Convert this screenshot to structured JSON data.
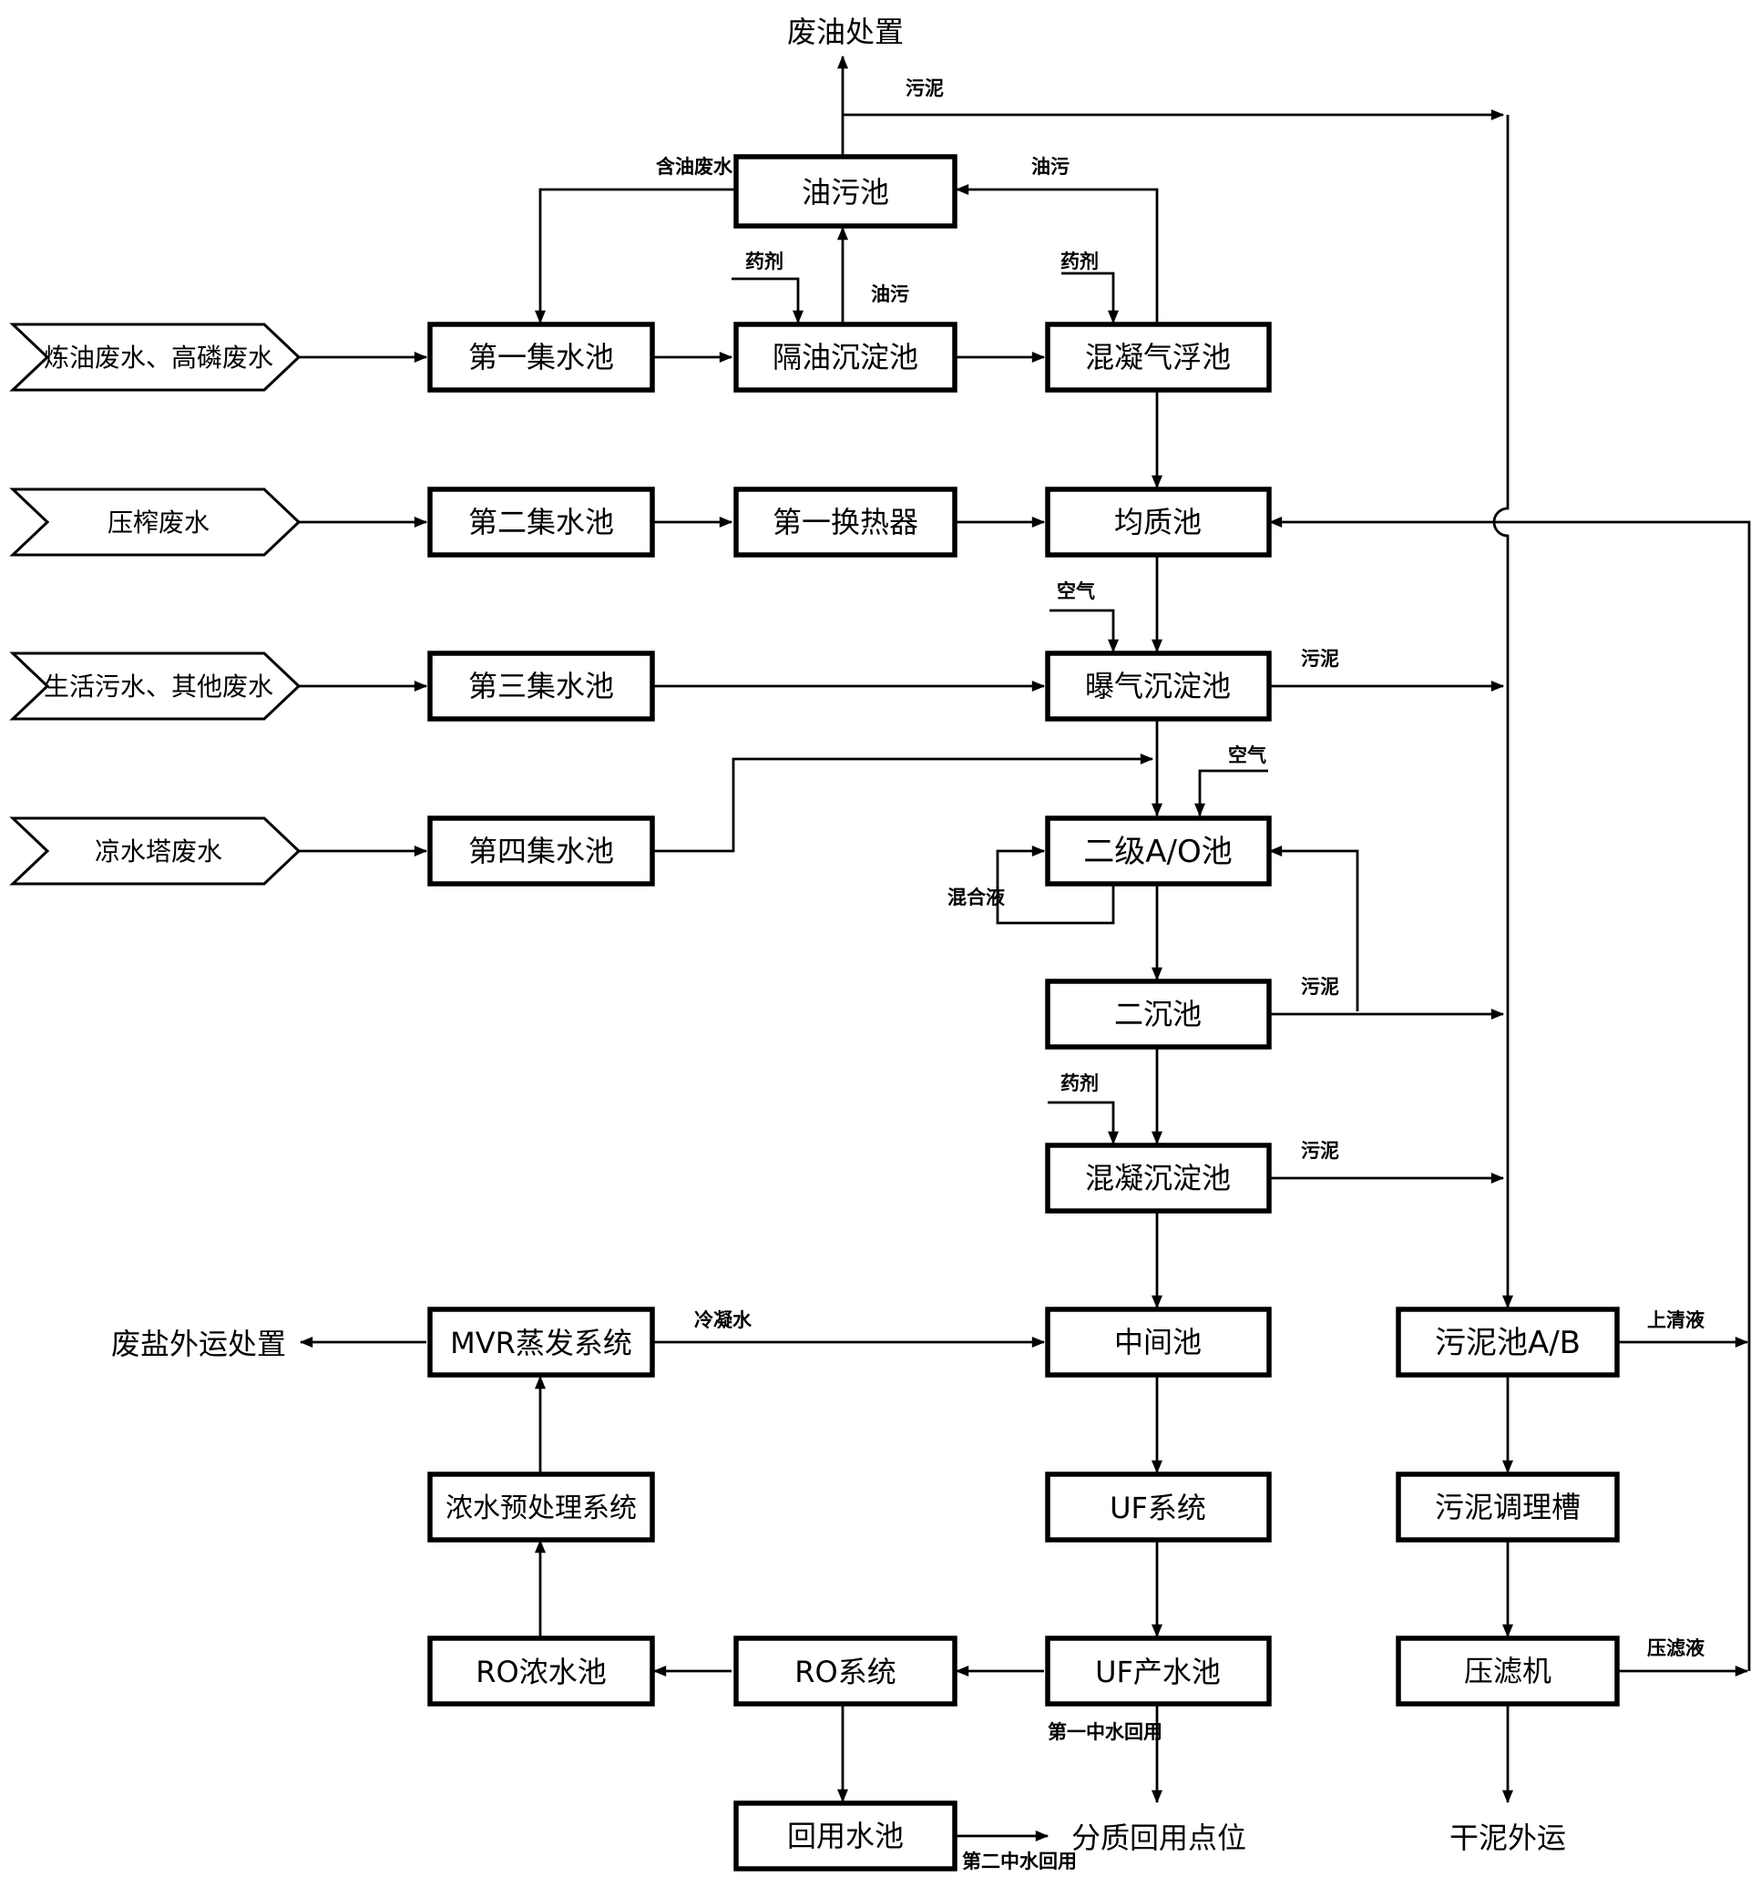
{
  "sources": {
    "s1": "炼油废水、高磷废水",
    "s2": "压榨废水",
    "s3": "生活污水、其他废水",
    "s4": "凉水塔废水"
  },
  "units": {
    "u_oil": "油污池",
    "u_c1": "第一集水池",
    "u_sep": "隔油沉淀池",
    "u_daf": "混凝气浮池",
    "u_c2": "第二集水池",
    "u_hx": "第一换热器",
    "u_eq": "均质池",
    "u_c3": "第三集水池",
    "u_aer": "曝气沉淀池",
    "u_c4": "第四集水池",
    "u_ao": "二级A/O池",
    "u_sec": "二沉池",
    "u_coag": "混凝沉淀池",
    "u_mid": "中间池",
    "u_uf": "UF系统",
    "u_ufp": "UF产水池",
    "u_ro": "RO系统",
    "u_roc": "RO浓水池",
    "u_pre": "浓水预处理系统",
    "u_mvr": "MVR蒸发系统",
    "u_reuse": "回用水池",
    "u_sludge": "污泥池A/B",
    "u_cond": "污泥调理槽",
    "u_press": "压滤机"
  },
  "outputs": {
    "waste_oil": "废油处置",
    "waste_salt": "废盐外运处置",
    "quality_reuse": "分质回用点位",
    "dry_sludge": "干泥外运"
  },
  "labels": {
    "sludge_top": "污泥",
    "oily_ww": "含油废水",
    "oil_dirt_right": "油污",
    "chem1": "药剂",
    "oil_dirt_mid": "油污",
    "chem2": "药剂",
    "air1": "空气",
    "sludge_aer": "污泥",
    "air2": "空气",
    "mixed_liquor": "混合液",
    "sludge_sec": "污泥",
    "chem3": "药剂",
    "sludge_coag": "污泥",
    "condensate": "冷凝水",
    "supernatant": "上清液",
    "filtrate": "压滤液",
    "reuse1": "第一中水回用",
    "reuse2": "第二中水回用"
  }
}
